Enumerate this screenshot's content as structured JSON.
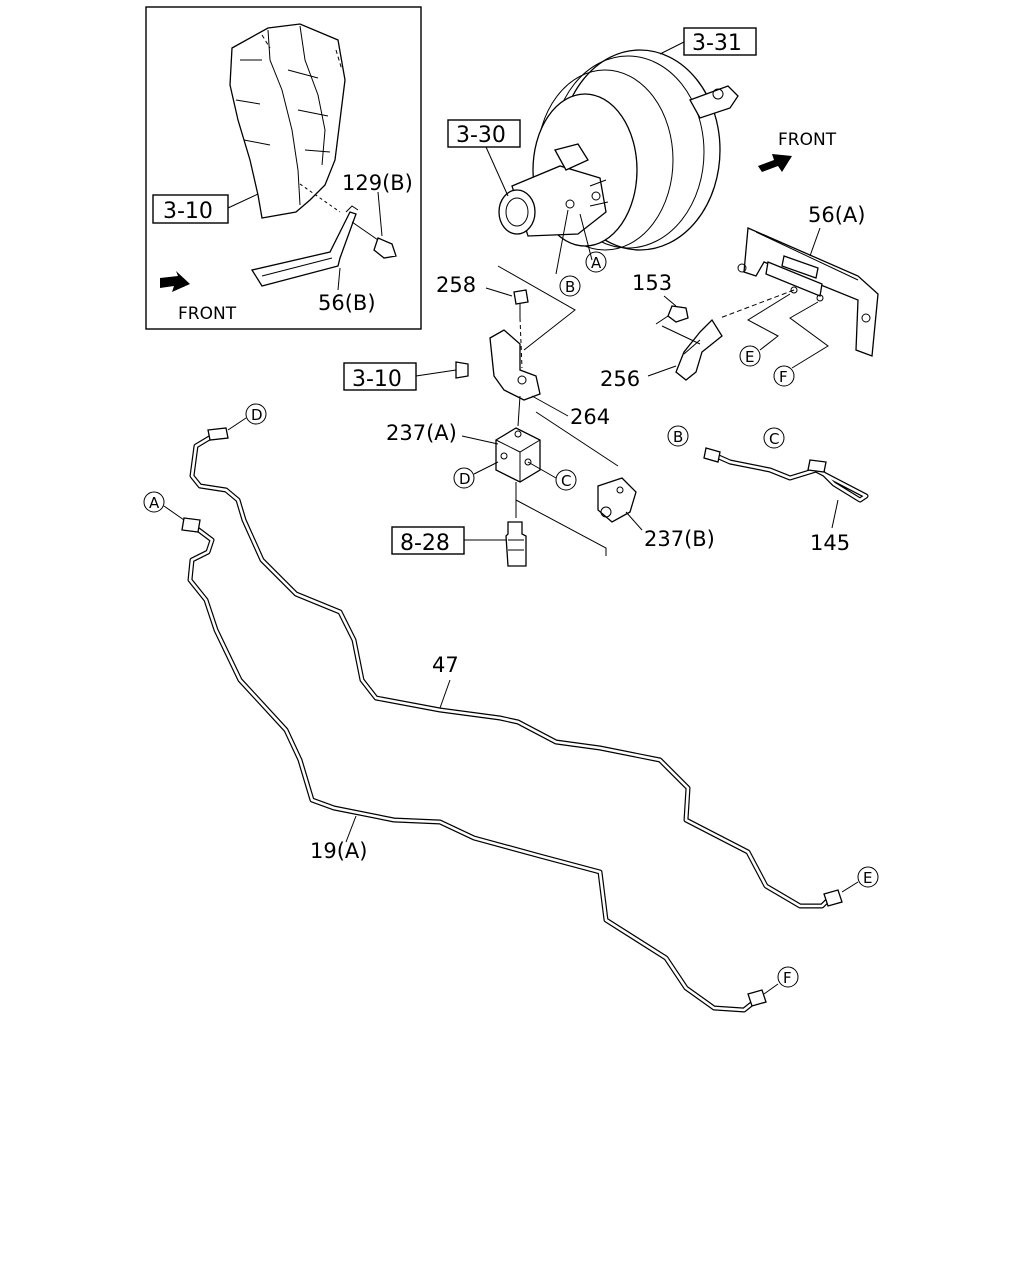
{
  "labels": {
    "ref_3_31": "3-31",
    "ref_3_30": "3-30",
    "ref_3_10_inset": "3-10",
    "ref_3_10_main": "3-10",
    "ref_8_28": "8-28",
    "part_129b": "129(B)",
    "part_56b": "56(B)",
    "part_56a": "56(A)",
    "part_258": "258",
    "part_153": "153",
    "part_256": "256",
    "part_264": "264",
    "part_237a": "237(A)",
    "part_237b": "237(B)",
    "part_145": "145",
    "part_47": "47",
    "part_19a": "19(A)",
    "front_inset": "FRONT",
    "front_main": "FRONT"
  },
  "callouts": {
    "a": "A",
    "b": "B",
    "c": "C",
    "d": "D",
    "e": "E",
    "f": "F"
  }
}
